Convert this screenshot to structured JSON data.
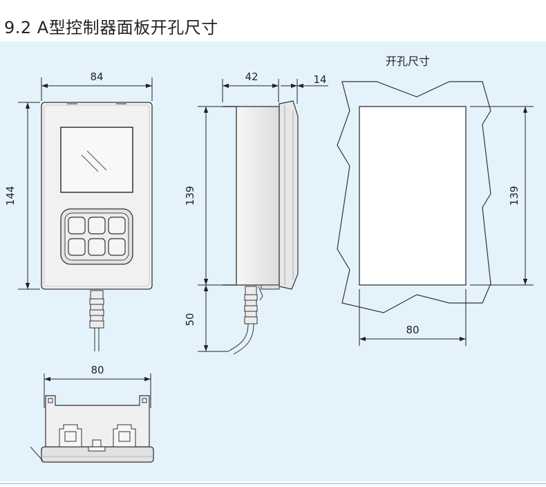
{
  "title": "9.2 A型控制器面板开孔尺寸",
  "front_view": {
    "width_label": "84",
    "height_label": "144"
  },
  "side_view": {
    "depth_label": "42",
    "flange_label": "14",
    "height_label": "139",
    "cable_label": "50"
  },
  "bottom_view": {
    "width_label": "80"
  },
  "cutout": {
    "heading": "开孔尺寸",
    "height_label": "139",
    "width_label": "80"
  },
  "colors": {
    "panel_bg": "#e4f2fb",
    "device_fill": "#f2f2f2",
    "line": "#333333",
    "screen": "#f7f7f7"
  }
}
